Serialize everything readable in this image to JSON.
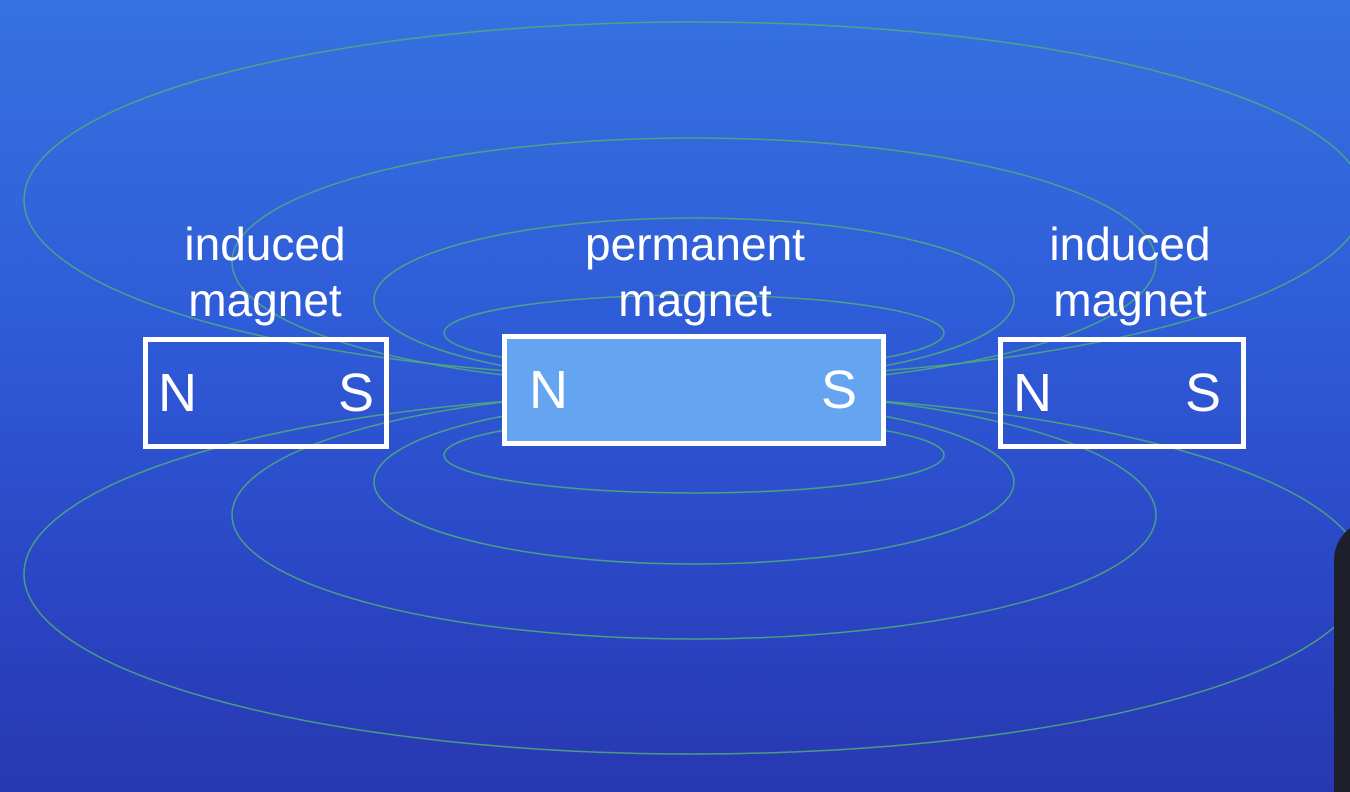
{
  "diagram": {
    "labels": {
      "left": [
        "induced",
        "magnet"
      ],
      "center": [
        "permanent",
        "magnet"
      ],
      "right": [
        "induced",
        "magnet"
      ]
    },
    "magnets": {
      "left": {
        "north": "N",
        "south": "S"
      },
      "center": {
        "north": "N",
        "south": "S"
      },
      "right": {
        "north": "N",
        "south": "S"
      }
    },
    "colors": {
      "background": "#2f5cd8",
      "permanent_magnet_fill": "#64a4f0",
      "field_line": "#4fae7a",
      "outline_and_text": "#ffffff"
    }
  }
}
